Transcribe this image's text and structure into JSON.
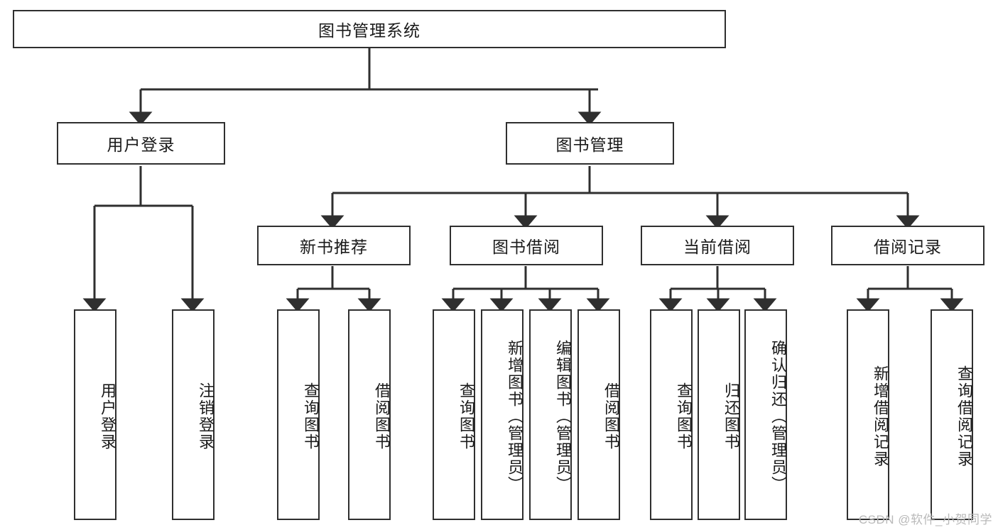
{
  "diagram": {
    "title": "图书管理系统",
    "type": "tree-hierarchy-diagram",
    "colors": {
      "box_border": "#2f2f2f",
      "box_fill": "#ffffff",
      "connector": "#2f2f2f",
      "text": "#1a1a1a",
      "watermark": "#b9b9b9",
      "background": "#ffffff"
    },
    "root": {
      "label": "图书管理系统"
    },
    "level2": [
      {
        "label": "用户登录"
      },
      {
        "label": "图书管理"
      }
    ],
    "level3": [
      {
        "label": "新书推荐"
      },
      {
        "label": "图书借阅"
      },
      {
        "label": "当前借阅"
      },
      {
        "label": "借阅记录"
      }
    ],
    "leaves": {
      "user_login": [
        {
          "label": "用户登录"
        },
        {
          "label": "注销登录"
        }
      ],
      "new_book_recommend": [
        {
          "label": "查询图书"
        },
        {
          "label": "借阅图书"
        }
      ],
      "book_borrow": [
        {
          "label": "查询图书"
        },
        {
          "label": "新增图书（管理员）"
        },
        {
          "label": "编辑图书（管理员）"
        },
        {
          "label": "借阅图书"
        }
      ],
      "current_borrow": [
        {
          "label": "查询图书"
        },
        {
          "label": "归还图书"
        },
        {
          "label": "确认归还（管理员）"
        }
      ],
      "borrow_record": [
        {
          "label": "新增借阅记录"
        },
        {
          "label": "查询借阅记录"
        }
      ]
    }
  },
  "watermark": {
    "text": "CSDN @软件_小贺同学"
  }
}
